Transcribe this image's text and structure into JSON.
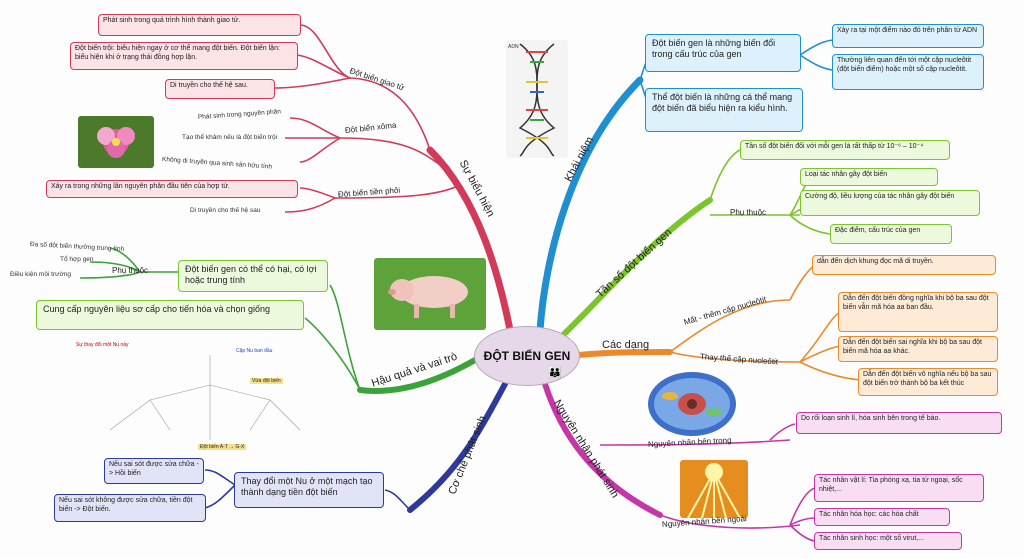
{
  "center": {
    "title": "ĐỘT BIẾN GEN"
  },
  "branches": {
    "su_bieu_hien": "Sự biểu hiện",
    "khai_niem": "Khái niệm",
    "tan_so": "Tần số đột biến gen",
    "cac_dang": "Các dạng",
    "nguyen_nhan": "Nguyên nhân phát sinh",
    "co_che": "Cơ chế phát sinh",
    "hau_qua": "Hậu quả và vai trò"
  },
  "su_bieu_hien": {
    "giao_tu_label": "Đột biến giao tử",
    "giao_tu": [
      "Phát sinh trong quá trình hình thành giao tử.",
      "Đột biến trội: biểu hiện ngay ở cơ thể mang đột biến. Đột biến lặn: biểu hiện khi ở trạng thái đồng hợp lặn.",
      "Di truyền cho thế hệ sau."
    ],
    "xoma_label": "Đột biến xôma",
    "xoma": [
      "Phát sinh trong nguyên phân",
      "Tạo thể khảm nếu là đột biến trội",
      "Không di truyền qua sinh sản hữu tính"
    ],
    "tien_phoi_label": "Đột biến tiền phôi",
    "tien_phoi": [
      "Xảy ra trong những lần nguyên phân đầu tiên của hợp tử.",
      "Di truyền cho thế hệ sau"
    ]
  },
  "khai_niem": {
    "box1": "Đột biến gen là những biến đổi trong cấu trúc của gen",
    "box1_sub": [
      "Xảy ra tại một điểm nào đó trên phân tử ADN",
      "Thường liên quan đến tới một cặp nucleôtit (đột biến điểm) hoặc một số cặp nucleôtit."
    ],
    "box2": "Thể đột biến là những cá thể mang đột biến đã biểu hiện ra kiểu hình.",
    "pic_label": "ADN"
  },
  "tan_so": {
    "rate": "Tần số đột biến đối với mỗi gen là rất thấp từ 10⁻⁶ – 10⁻⁴",
    "phu_thuoc_label": "Phụ thuộc",
    "phu_thuoc": [
      "Loại tác nhân gây đột biến",
      "Cường độ, liều lượng của tác nhân gây đột biến",
      "Đặc điểm, cấu trúc của gen"
    ]
  },
  "cac_dang": {
    "mat_them_label": "Mất - thêm cặp nucleôtit",
    "mat_them": "dẫn đến dịch khung đọc mã di truyền.",
    "thay_the_label": "Thay thế cặp nucleôtit",
    "thay_the": [
      "Dẫn đến đột biến đồng nghĩa khi bộ ba sau đột biến vẫn mã hóa aa ban đầu.",
      "Dẫn đến đột biến sai nghĩa khi bộ ba sau đột biến mã hóa aa khác.",
      "Dẫn đến đột biến vô nghĩa nếu bộ ba sau đột biến trở thành bộ ba kết thúc"
    ]
  },
  "nguyen_nhan": {
    "ben_trong_label": "Nguyên nhân bên trong",
    "ben_trong": "Do rối loạn sinh lí, hóa sinh bên trong tế bào.",
    "ben_ngoai_label": "Nguyên nhân bên ngoài",
    "ben_ngoai": [
      "Tác nhân vật lí: Tia phóng xạ, tia tử ngoại, sốc nhiệt,...",
      "Tác nhân hóa học: các hóa chất",
      "Tác nhân sinh học: một số virut,..."
    ]
  },
  "co_che": {
    "main": "Thay đổi một Nu ở một mạch tạo thành dạng tiền đột biến",
    "sub": [
      "Nếu sai sót được sửa chữa -> Hồi biến",
      "Nếu sai sót không được sửa chữa, tiền đột biến -> Đột biến."
    ]
  },
  "hau_qua": {
    "box1": "Đột biến gen có thể có hại, có lợi hoặc trung tính",
    "phu_thuoc_label": "Phụ thuộc",
    "phu_thuoc": [
      "Đa số đột biến thường trung tính",
      "Tổ hợp gen",
      "Điều kiện môi trường"
    ],
    "box2": "Cung cấp nguyên liệu sơ cấp cho tiến hóa và chọn giống",
    "scheme_notes": [
      "Sự thay đổi một Nu này",
      "Cặp Nu ban đầu",
      "Vừa đột biến",
      "Đột biến A-T → G-X"
    ]
  },
  "colors": {
    "su_bieu_hien": "#d23a5a",
    "khai_niem": "#1f8fd0",
    "tan_so": "#7cc52c",
    "cac_dang": "#ea8a2a",
    "nguyen_nhan": "#c636a7",
    "co_che": "#2d3a9c",
    "hau_qua": "#3aa33a"
  }
}
